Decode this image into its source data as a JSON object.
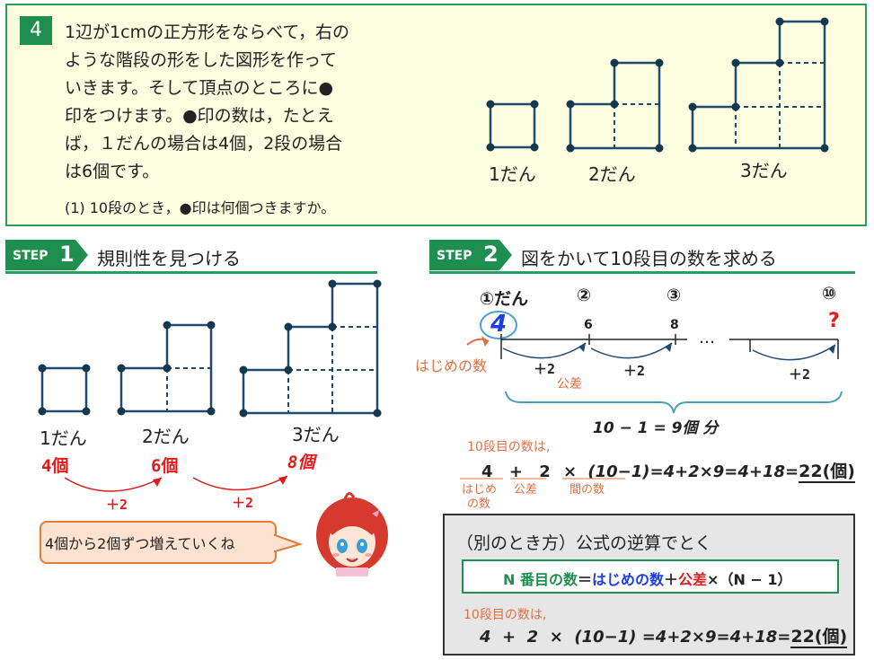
{
  "problem": {
    "number": "4",
    "lines": [
      "1辺が1cmの正方形をならべて，右の",
      "ような階段の形をした図形を作って",
      "いきます。そして頂点のところに●",
      "印をつけます。●印の数は，たとえ",
      "ば，１だんの場合は4個，2段の場合",
      "は6個です。"
    ],
    "question": "(1) 10段のとき，●印は何個つきますか。",
    "figure_labels": [
      "1だん",
      "2だん",
      "3だん"
    ]
  },
  "step1": {
    "badge_word": "STEP",
    "badge_num": "1",
    "title": "規則性を見つける",
    "figure_labels": [
      "1だん",
      "2だん",
      "3だん"
    ],
    "counts": [
      "4個",
      "6個",
      "8個"
    ],
    "increments": [
      "＋2",
      "＋2"
    ],
    "speech": "4個から2個ずつ増えていくね"
  },
  "step2": {
    "badge_word": "STEP",
    "badge_num": "2",
    "title": "図をかいて10段目の数を求める",
    "markers": [
      "①だん",
      "②",
      "③",
      "⑩"
    ],
    "values": [
      "4",
      "6",
      "8",
      "?"
    ],
    "dots": "…",
    "increments": [
      "＋2",
      "＋2",
      "＋2"
    ],
    "first_term_label": "はじめの数",
    "difference_label": "公差",
    "count_text": "10 − 1 = 9個 分",
    "tenth_label": "10段目の数は,",
    "calc_parts": [
      "4",
      "+",
      "2",
      "×",
      "(10−1)",
      "=4+2×9=4+18=",
      "22(個)"
    ],
    "sub_labels": [
      "はじめ",
      "の数",
      "公差",
      "間の数"
    ]
  },
  "alt": {
    "title": "（別のとき方）公式の逆算でとく",
    "formula": {
      "n_term": "N 番目の数",
      "equals": "＝",
      "first": "はじめの数",
      "plus": "＋",
      "diff": "公差",
      "rest": "×（N − 1）"
    },
    "tenth_label": "10段目の数は,",
    "calc": "4  +  2  ×  (10−1) =4+2×9=4+18=",
    "answer": "22(個)"
  },
  "colors": {
    "green": "#1e8f4e",
    "red": "#e01b1b",
    "orange": "#e07040",
    "blue": "#1a3ee0",
    "navy": "#1f4a6e"
  }
}
